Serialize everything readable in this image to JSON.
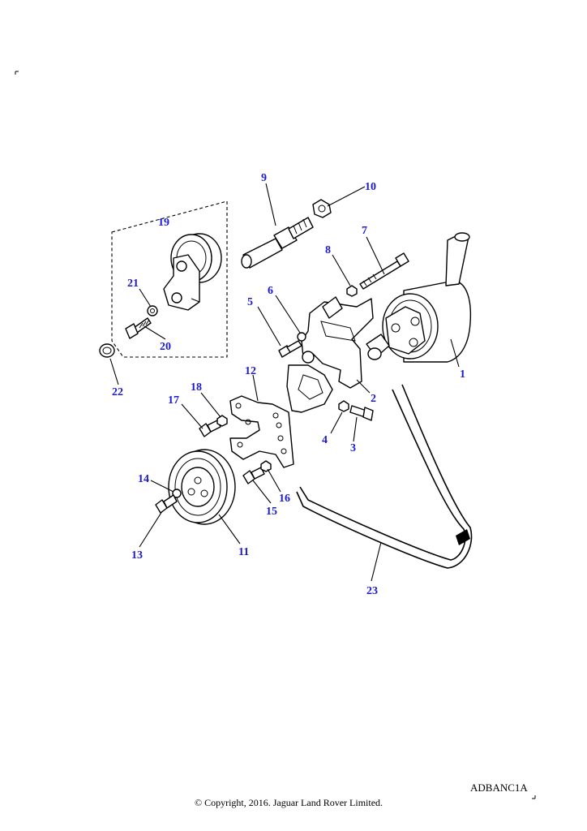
{
  "diagram": {
    "callouts": [
      {
        "id": "1",
        "label": "1"
      },
      {
        "id": "2",
        "label": "2"
      },
      {
        "id": "3",
        "label": "3"
      },
      {
        "id": "4",
        "label": "4"
      },
      {
        "id": "5",
        "label": "5"
      },
      {
        "id": "6",
        "label": "6"
      },
      {
        "id": "7",
        "label": "7"
      },
      {
        "id": "8",
        "label": "8"
      },
      {
        "id": "9",
        "label": "9"
      },
      {
        "id": "10",
        "label": "10"
      },
      {
        "id": "11",
        "label": "11"
      },
      {
        "id": "12",
        "label": "12"
      },
      {
        "id": "13",
        "label": "13"
      },
      {
        "id": "14",
        "label": "14"
      },
      {
        "id": "15",
        "label": "15"
      },
      {
        "id": "16",
        "label": "16"
      },
      {
        "id": "17",
        "label": "17"
      },
      {
        "id": "18",
        "label": "18"
      },
      {
        "id": "19",
        "label": "19"
      },
      {
        "id": "20",
        "label": "20"
      },
      {
        "id": "21",
        "label": "21"
      },
      {
        "id": "22",
        "label": "22"
      },
      {
        "id": "23",
        "label": "23"
      }
    ],
    "callout_color": "#1a1ad6",
    "line_color": "#000000"
  },
  "footer": {
    "ref_code": "ADBANC1A",
    "copyright": "© Copyright, 2016. Jaguar Land Rover Limited."
  }
}
